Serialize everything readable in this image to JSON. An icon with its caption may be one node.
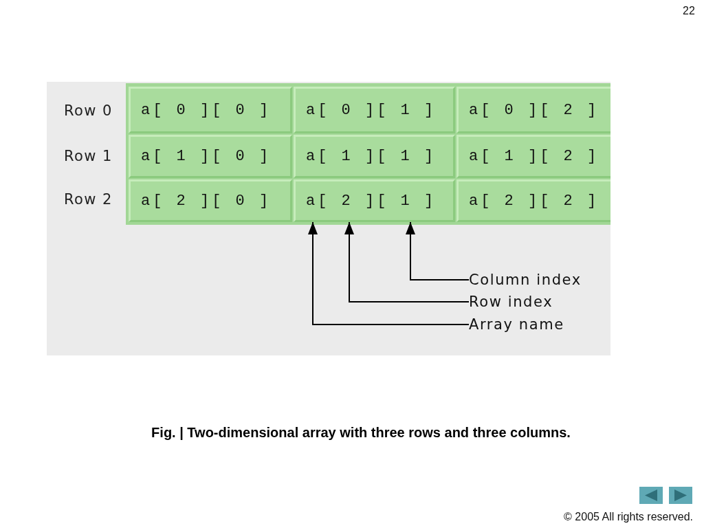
{
  "diagram": {
    "caption": "Fig. | Two-dimensional array with three rows and three columns.",
    "nodes": [
      {
        "text": [
          "a[ 0 ][ 0 ]"
        ]
      },
      {
        "text": [
          "a[ 0 ][ 1 ]"
        ]
      },
      {
        "text": [
          "a[ 0 ][ 2 ]"
        ]
      },
      {
        "text": [
          "a[ 1 ][ 0 ]"
        ]
      },
      {
        "text": [
          "a[ 1 ][ 1 ]"
        ]
      },
      {
        "text": [
          "a[ 1 ][ 2 ]"
        ]
      },
      {
        "text": [
          "a[ 2 ][ 0 ]"
        ]
      },
      {
        "text": [
          "a[ 2 ][ 1 ]"
        ]
      },
      {
        "text": [
          "a[ 2 ][ 2 ]"
        ]
      },
      {
        "text": [
          "Column index"
        ]
      },
      {
        "text": [
          "Row index"
        ]
      },
      {
        "text": [
          "Array name"
        ]
      }
    ],
    "edges": [
      {
        "from": 9,
        "to": 7,
        "arrow": "to"
      },
      {
        "from": 10,
        "to": 7,
        "arrow": "to"
      },
      {
        "from": 11,
        "to": 7,
        "arrow": "to"
      }
    ],
    "labels": [
      "22",
      "Row 0",
      "Row 1",
      "Row 2",
      "© 2005 All rights reserved."
    ]
  }
}
